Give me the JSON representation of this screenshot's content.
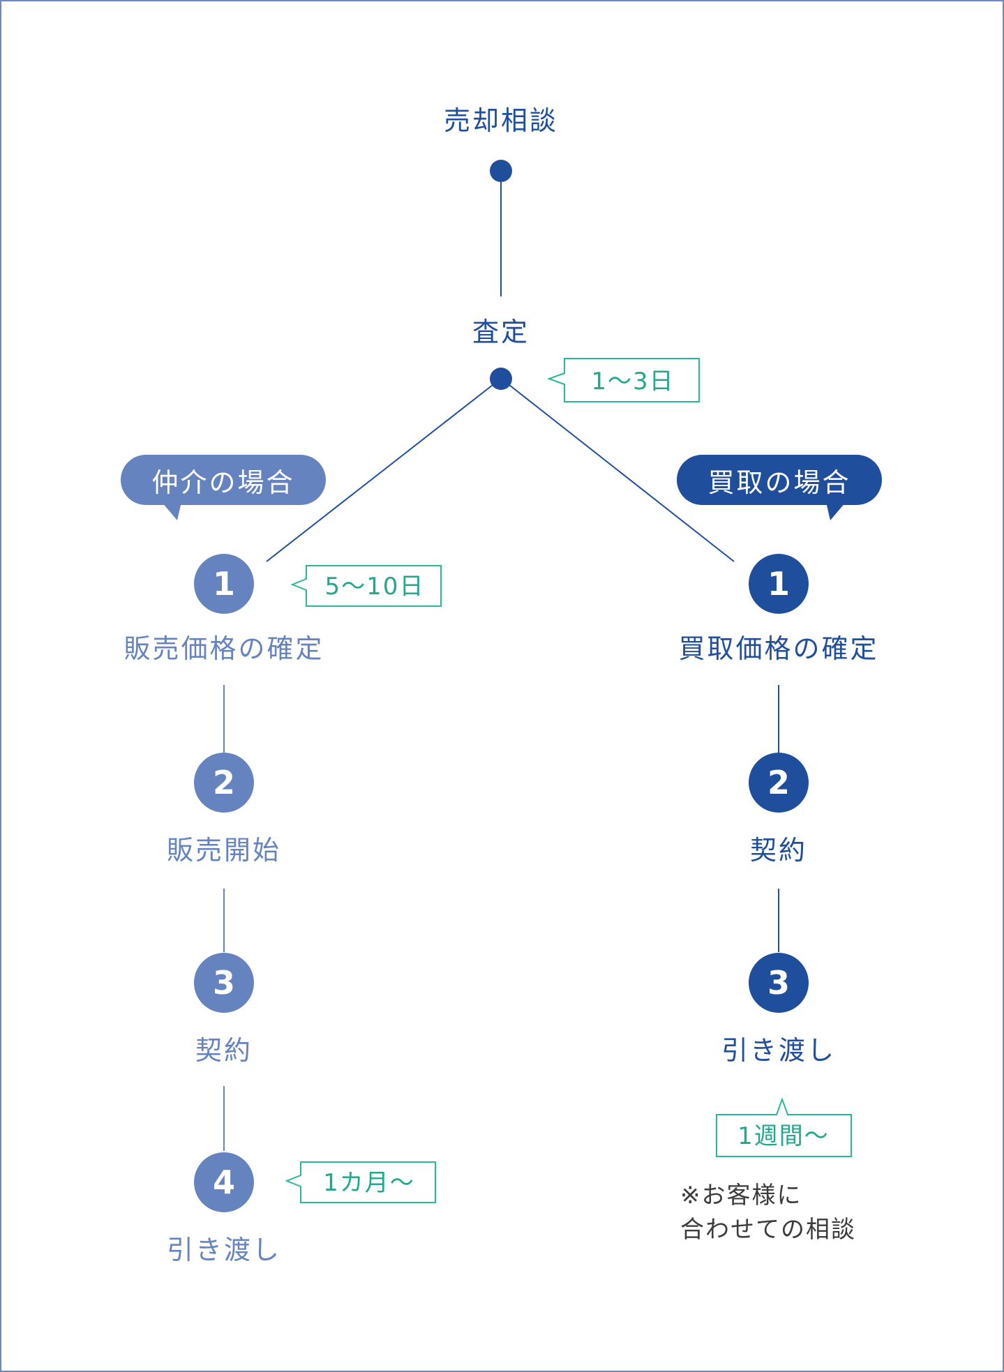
{
  "colors": {
    "dark": "#1f4e9c",
    "light": "#6584bf",
    "callout": "#1fa98c",
    "border": "#6a8ac6"
  },
  "top": {
    "consult": "売却相談",
    "assessment": "査定",
    "assessment_days": "1〜3日"
  },
  "brokerage": {
    "tag": "仲介の場合",
    "steps": [
      {
        "num": "1",
        "label": "販売価格の確定"
      },
      {
        "num": "2",
        "label": "販売開始"
      },
      {
        "num": "3",
        "label": "契約"
      },
      {
        "num": "4",
        "label": "引き渡し"
      }
    ],
    "callout_step1": "5〜10日",
    "callout_step4": "1カ月〜"
  },
  "purchase": {
    "tag": "買取の場合",
    "steps": [
      {
        "num": "1",
        "label": "買取価格の確定"
      },
      {
        "num": "2",
        "label": "契約"
      },
      {
        "num": "3",
        "label": "引き渡し"
      }
    ],
    "callout_step3": "1週間〜",
    "note_line1": "※お客様に",
    "note_line2": "合わせての相談"
  }
}
